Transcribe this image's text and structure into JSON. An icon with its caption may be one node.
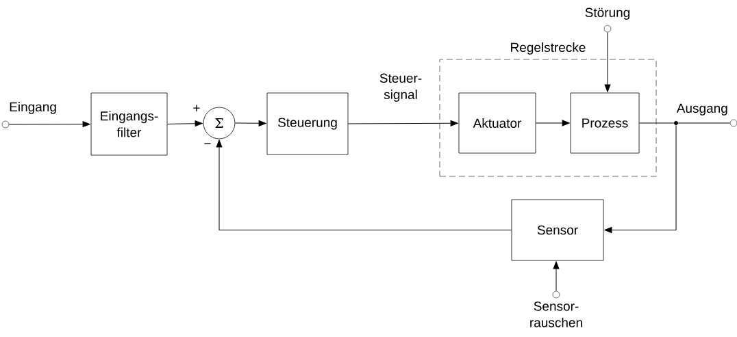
{
  "diagram": {
    "nodes": [
      {
        "text": [],
        "shape": "circle",
        "beside": [
          "Eingang"
        ]
      },
      {
        "text": [
          "Eingangs- filter"
        ]
      },
      {
        "text": [
          "Σ"
        ],
        "beside": [
          "+",
          "−"
        ]
      },
      {
        "text": [
          "Steuerung"
        ]
      },
      {
        "text": [
          "Regelstrecke"
        ]
      },
      {
        "text": [
          "Aktuator"
        ],
        "in": 4
      },
      {
        "text": [
          "Prozess"
        ],
        "in": 4
      },
      {
        "text": [],
        "shape": "dot"
      },
      {
        "text": [],
        "shape": "circle",
        "beside": [
          "Ausgang"
        ]
      },
      {
        "text": [],
        "shape": "circle",
        "beside": [
          "Störung"
        ]
      },
      {
        "text": [
          "Sensor"
        ]
      },
      {
        "text": [],
        "shape": "circle",
        "beside": [
          "Sensor- rauschen"
        ]
      }
    ],
    "edges": [
      {
        "from": 0,
        "to": 1,
        "arrow": "to"
      },
      {
        "from": 1,
        "to": 2,
        "arrow": "to"
      },
      {
        "from": 2,
        "to": 3,
        "arrow": "to"
      },
      {
        "from": 3,
        "to": 5,
        "arrow": "to",
        "label": "Steuer- signal"
      },
      {
        "from": 5,
        "to": 6,
        "arrow": "to"
      },
      {
        "from": 6,
        "to": 7,
        "arrow": "none"
      },
      {
        "from": 7,
        "to": 8,
        "arrow": "none"
      },
      {
        "from": 9,
        "to": 6,
        "arrow": "to"
      },
      {
        "from": 7,
        "to": 10,
        "arrow": "to"
      },
      {
        "from": 10,
        "to": 2,
        "arrow": "to"
      },
      {
        "from": 11,
        "to": 10,
        "arrow": "to"
      }
    ]
  }
}
